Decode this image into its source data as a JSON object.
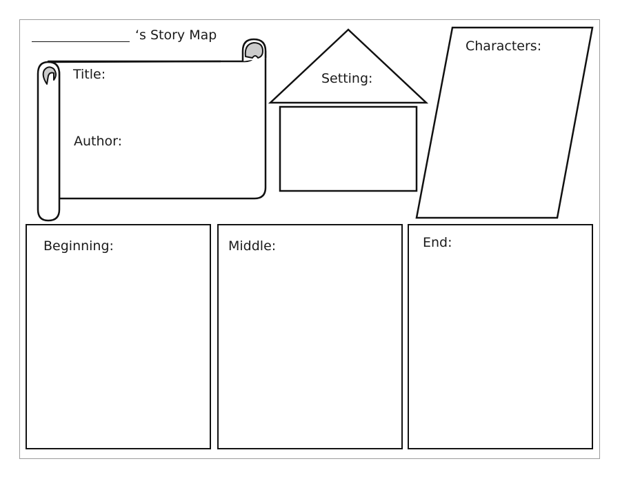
{
  "header": {
    "title_suffix": "‘s Story Map",
    "name_blank_icon": "underline-blank"
  },
  "scroll": {
    "title_label": "Title:",
    "author_label": "Author:",
    "curl_fill": "#cccccc"
  },
  "setting": {
    "label": "Setting:"
  },
  "characters": {
    "label": "Characters:"
  },
  "sections": [
    {
      "label": "Beginning:"
    },
    {
      "label": "Middle:"
    },
    {
      "label": "End:"
    }
  ],
  "colors": {
    "outline": "#111111",
    "frame_border": "#9a9a9a"
  }
}
